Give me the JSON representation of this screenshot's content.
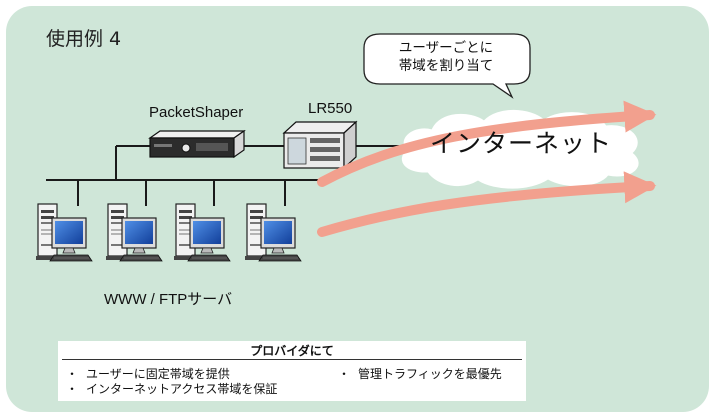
{
  "title": "使用例 4",
  "callout": {
    "line1": "ユーザーごとに",
    "line2": "帯域を割り当て"
  },
  "devices": {
    "shaper_label": "PacketShaper",
    "router_label": "LR550"
  },
  "internet_label": "インターネット",
  "servers_label": "WWW / FTPサーバ",
  "info": {
    "heading": "プロバイダにて",
    "bullet": "・",
    "items_left": [
      "ユーザーに固定帯域を提供",
      "インターネットアクセス帯域を保証"
    ],
    "items_right": [
      "管理トラフィックを最優先"
    ]
  },
  "colors": {
    "panel": "#cfe6d8",
    "arrow": "#f2a08e",
    "network_line": "#1a1a1a",
    "cloud": "#ffffff",
    "monitor_screen": "#1e5fbf"
  },
  "icons": [
    "packetshaper-device-icon",
    "lr550-router-icon",
    "server-computer-icon",
    "cloud-icon",
    "speech-bubble-icon"
  ]
}
